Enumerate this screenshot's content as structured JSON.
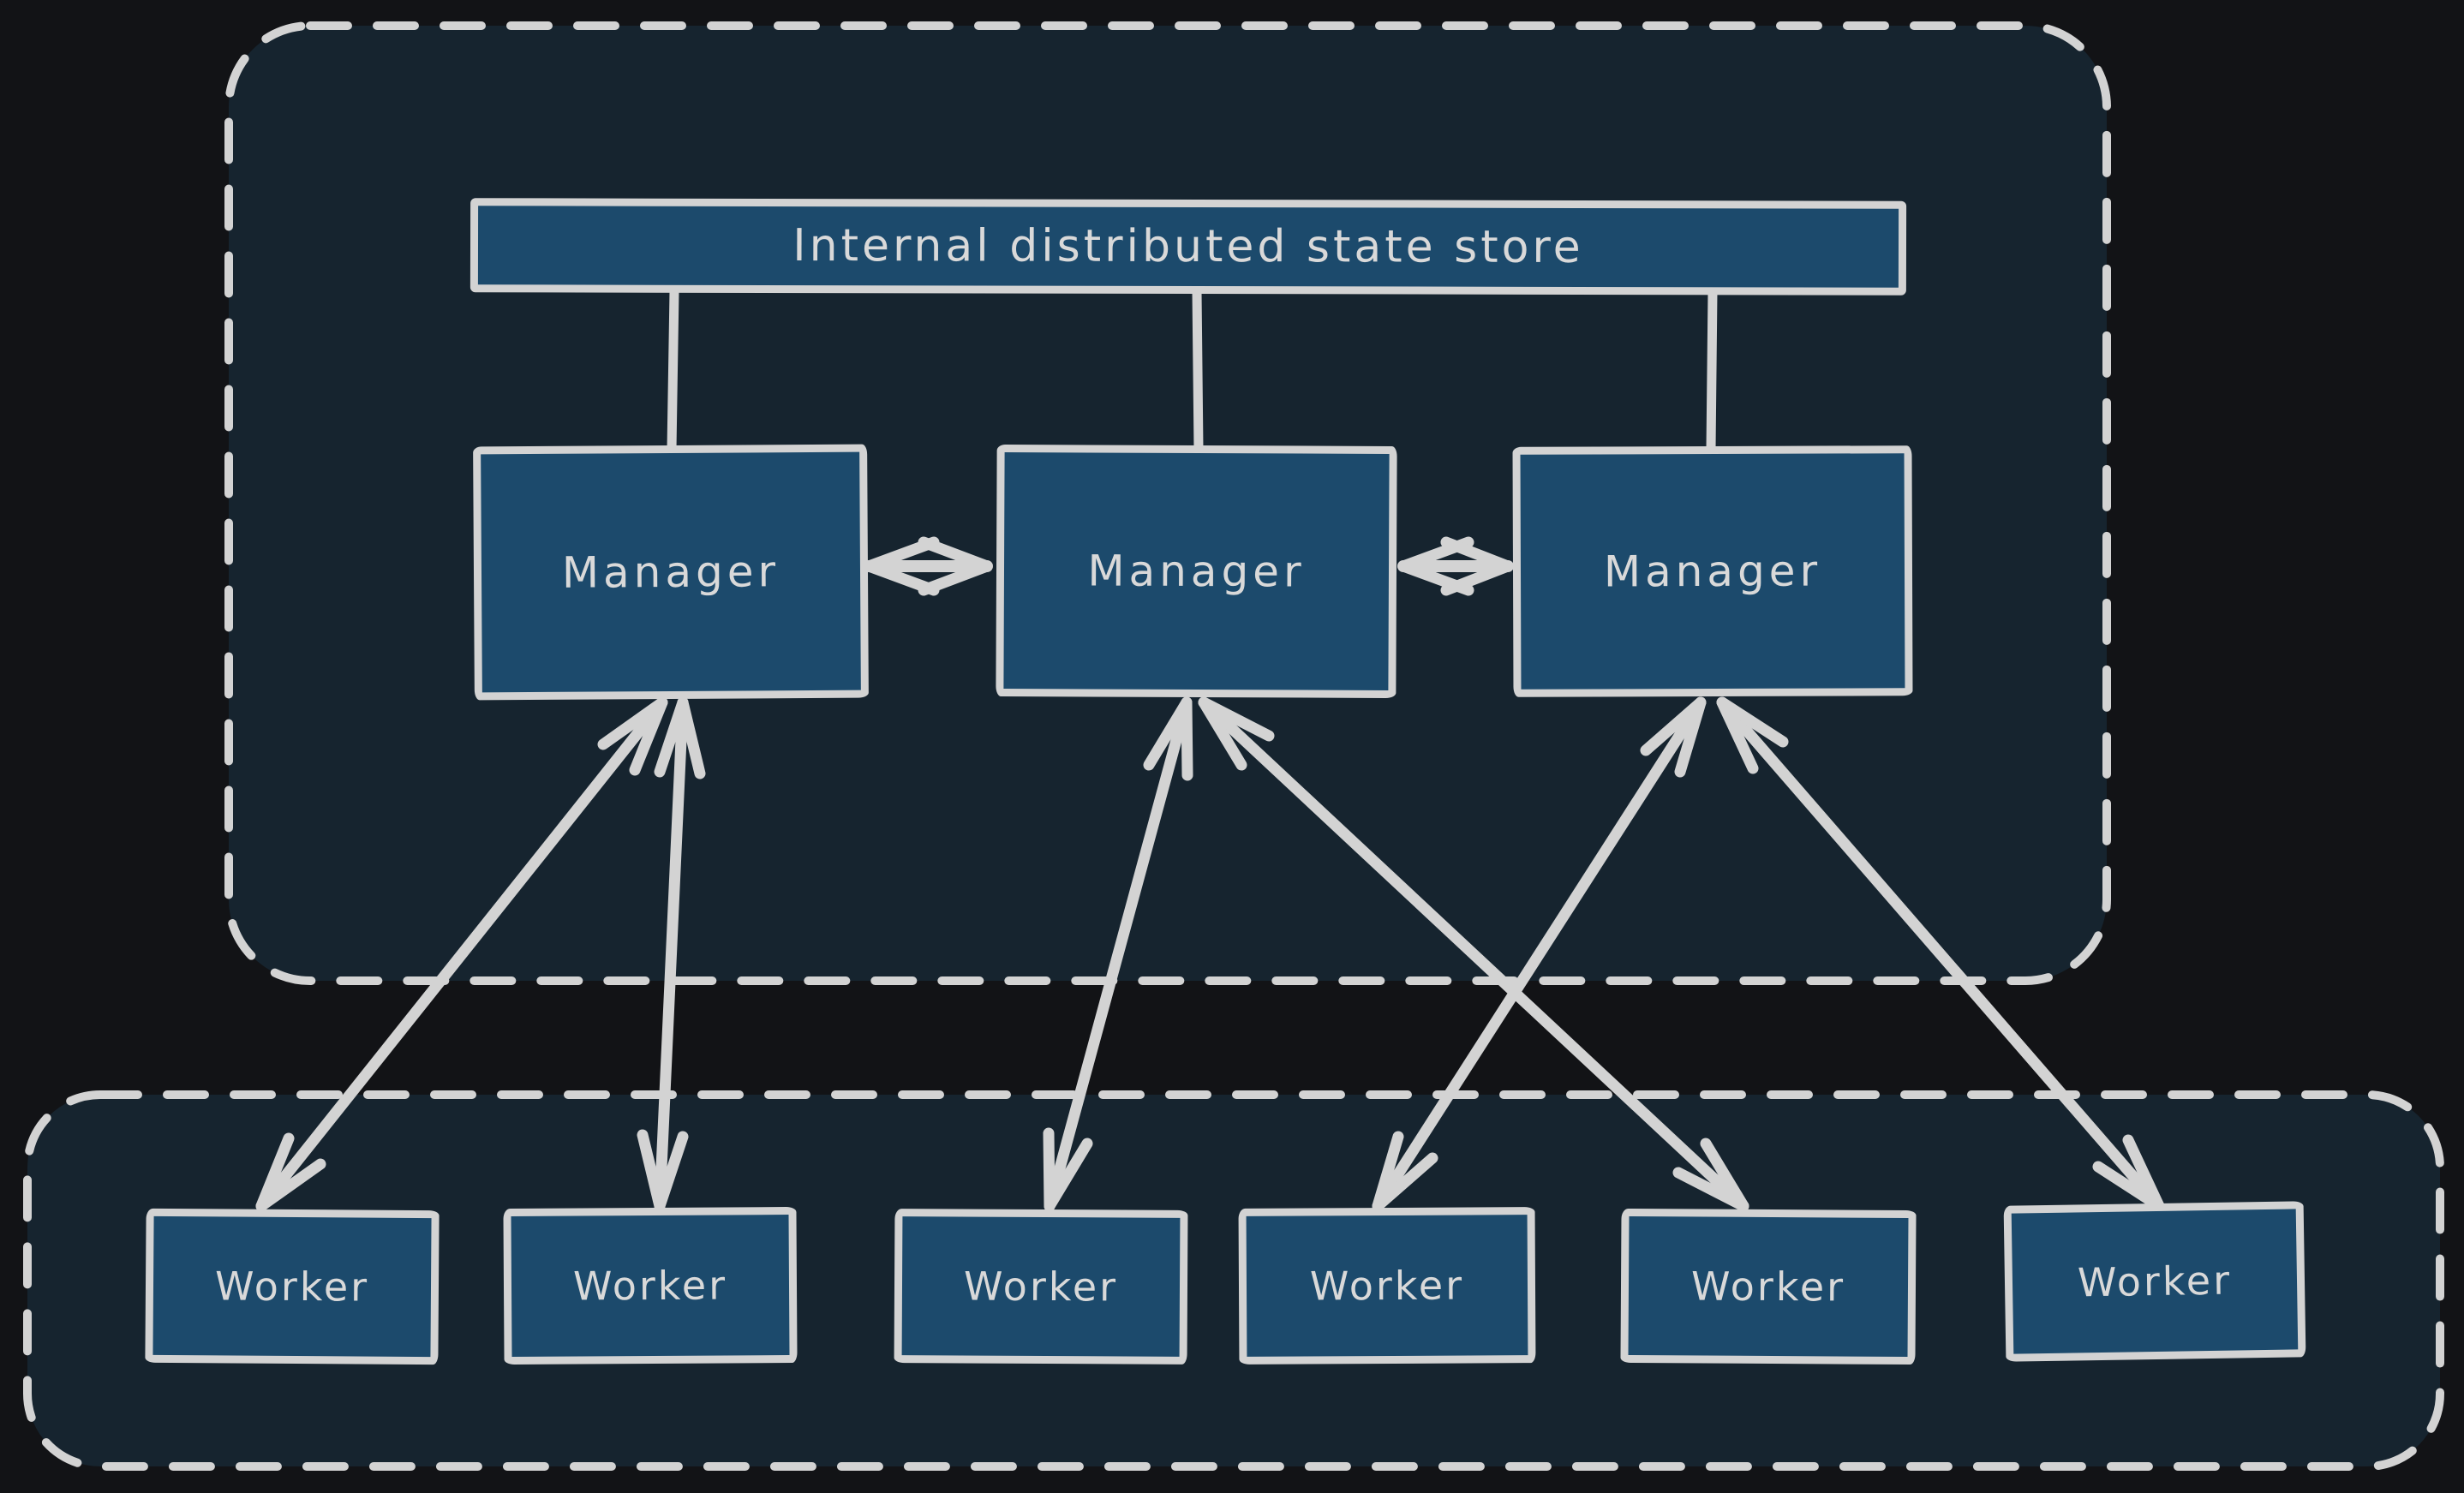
{
  "diagram": {
    "title": "Swarm-style cluster architecture diagram",
    "colors": {
      "background": "#121316",
      "zone_fill": "#16242f",
      "node_fill": "#1c4a6c",
      "stroke": "#d3d3d3",
      "text": "#d9d9d9"
    },
    "store": {
      "label": "Internal distributed state store"
    },
    "managers": [
      {
        "id": "manager-1",
        "label": "Manager"
      },
      {
        "id": "manager-2",
        "label": "Manager"
      },
      {
        "id": "manager-3",
        "label": "Manager"
      }
    ],
    "workers": [
      {
        "id": "worker-1",
        "label": "Worker"
      },
      {
        "id": "worker-2",
        "label": "Worker"
      },
      {
        "id": "worker-3",
        "label": "Worker"
      },
      {
        "id": "worker-4",
        "label": "Worker"
      },
      {
        "id": "worker-5",
        "label": "Worker"
      },
      {
        "id": "worker-6",
        "label": "Worker"
      }
    ],
    "zones": [
      {
        "id": "manager-zone",
        "style": "dashed-rounded",
        "contains": [
          "state-store",
          "manager-1",
          "manager-2",
          "manager-3"
        ]
      },
      {
        "id": "worker-zone",
        "style": "dashed-rounded",
        "contains": [
          "worker-1",
          "worker-2",
          "worker-3",
          "worker-4",
          "worker-5",
          "worker-6"
        ]
      }
    ],
    "edges": {
      "store_links": [
        {
          "from": "state-store",
          "to": "manager-1",
          "arrows": "none"
        },
        {
          "from": "state-store",
          "to": "manager-2",
          "arrows": "none"
        },
        {
          "from": "state-store",
          "to": "manager-3",
          "arrows": "none"
        }
      ],
      "peer_links": [
        {
          "between": [
            "manager-1",
            "manager-2"
          ],
          "arrows": "both"
        },
        {
          "between": [
            "manager-2",
            "manager-3"
          ],
          "arrows": "both"
        }
      ],
      "assignment_links": [
        {
          "between": [
            "manager-1",
            "worker-1"
          ],
          "arrows": "both"
        },
        {
          "between": [
            "manager-1",
            "worker-2"
          ],
          "arrows": "both"
        },
        {
          "between": [
            "manager-2",
            "worker-3"
          ],
          "arrows": "both"
        },
        {
          "between": [
            "manager-2",
            "worker-5"
          ],
          "arrows": "both"
        },
        {
          "between": [
            "manager-3",
            "worker-4"
          ],
          "arrows": "both"
        },
        {
          "between": [
            "manager-3",
            "worker-6"
          ],
          "arrows": "both"
        }
      ]
    }
  }
}
